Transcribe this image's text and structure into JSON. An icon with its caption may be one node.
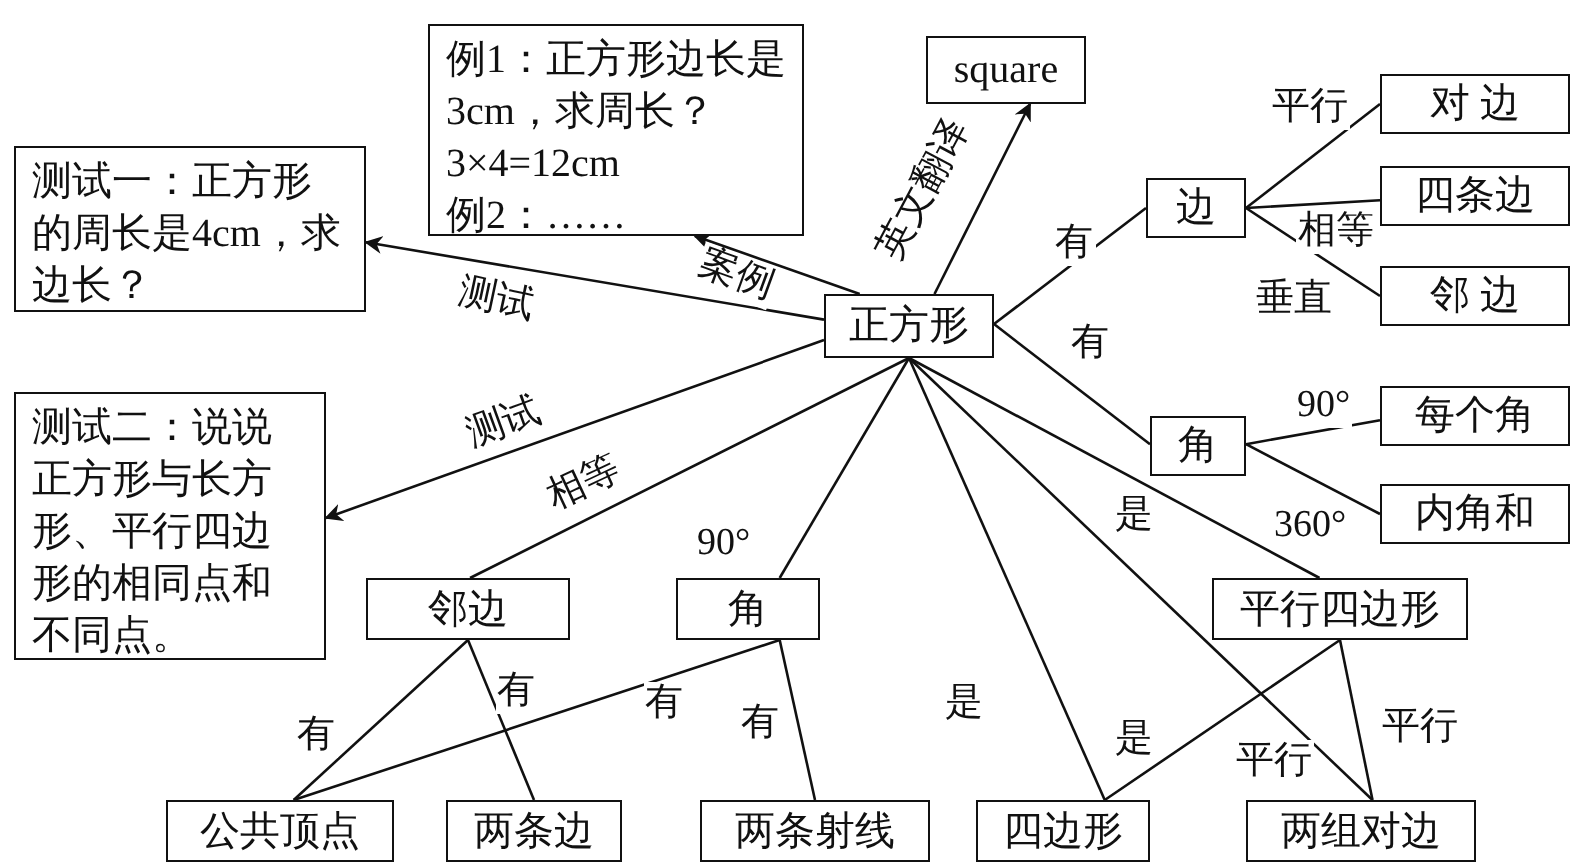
{
  "diagram": {
    "nodes": [
      {
        "text": [
          "例1：正方形边长是3cm，求周长？",
          "3×4=12cm",
          "例2：……"
        ]
      },
      {
        "text": [
          "square"
        ]
      },
      {
        "text": [
          "测试一：正方形的周长是4cm，求边长？"
        ]
      },
      {
        "text": [
          "正方形"
        ]
      },
      {
        "text": [
          "边"
        ]
      },
      {
        "text": [
          "对 边"
        ]
      },
      {
        "text": [
          "四条边"
        ]
      },
      {
        "text": [
          "邻 边"
        ]
      },
      {
        "text": [
          "测试二：说说正方形与长方形、平行四边形的相同点和不同点。"
        ]
      },
      {
        "text": [
          "角"
        ]
      },
      {
        "text": [
          "每个角"
        ]
      },
      {
        "text": [
          "内角和"
        ]
      },
      {
        "text": [
          "邻边"
        ]
      },
      {
        "text": [
          "角"
        ]
      },
      {
        "text": [
          "平行四边形"
        ]
      },
      {
        "text": [
          "公共顶点"
        ]
      },
      {
        "text": [
          "两条边"
        ]
      },
      {
        "text": [
          "两条射线"
        ]
      },
      {
        "text": [
          "四边形"
        ]
      },
      {
        "text": [
          "两组对边"
        ]
      }
    ],
    "edges": [
      {
        "from": 3,
        "to": 0,
        "arrow": "to",
        "label": "案例"
      },
      {
        "from": 3,
        "to": 1,
        "arrow": "to",
        "label": "英文翻译"
      },
      {
        "from": 3,
        "to": 2,
        "arrow": "to",
        "label": "测试"
      },
      {
        "from": 3,
        "to": 4,
        "arrow": "none",
        "label": "有"
      },
      {
        "from": 3,
        "to": 9,
        "arrow": "none",
        "label": "有"
      },
      {
        "from": 3,
        "to": 8,
        "arrow": "to",
        "label": "测试"
      },
      {
        "from": 3,
        "to": 12,
        "arrow": "none",
        "label": "相等"
      },
      {
        "from": 3,
        "to": 13,
        "arrow": "none",
        "label": "90°"
      },
      {
        "from": 3,
        "to": 18,
        "arrow": "none",
        "label": "是"
      },
      {
        "from": 3,
        "to": 14,
        "arrow": "none",
        "label": "是"
      },
      {
        "from": 3,
        "to": 19,
        "arrow": "none",
        "label": "平行"
      },
      {
        "from": 4,
        "to": 5,
        "arrow": "none",
        "label": "平行"
      },
      {
        "from": 4,
        "to": 6,
        "arrow": "none",
        "label": "相等"
      },
      {
        "from": 4,
        "to": 7,
        "arrow": "none",
        "label": "垂直"
      },
      {
        "from": 9,
        "to": 10,
        "arrow": "none",
        "label": "90°"
      },
      {
        "from": 9,
        "to": 11,
        "arrow": "none",
        "label": "360°"
      },
      {
        "from": 12,
        "to": 15,
        "arrow": "none",
        "label": "有"
      },
      {
        "from": 12,
        "to": 16,
        "arrow": "none",
        "label": "有"
      },
      {
        "from": 13,
        "to": 15,
        "arrow": "none",
        "label": "有"
      },
      {
        "from": 13,
        "to": 17,
        "arrow": "none",
        "label": "有"
      },
      {
        "from": 14,
        "to": 18,
        "arrow": "none",
        "label": "是"
      },
      {
        "from": 14,
        "to": 19,
        "arrow": "none",
        "label": "平行"
      }
    ]
  }
}
